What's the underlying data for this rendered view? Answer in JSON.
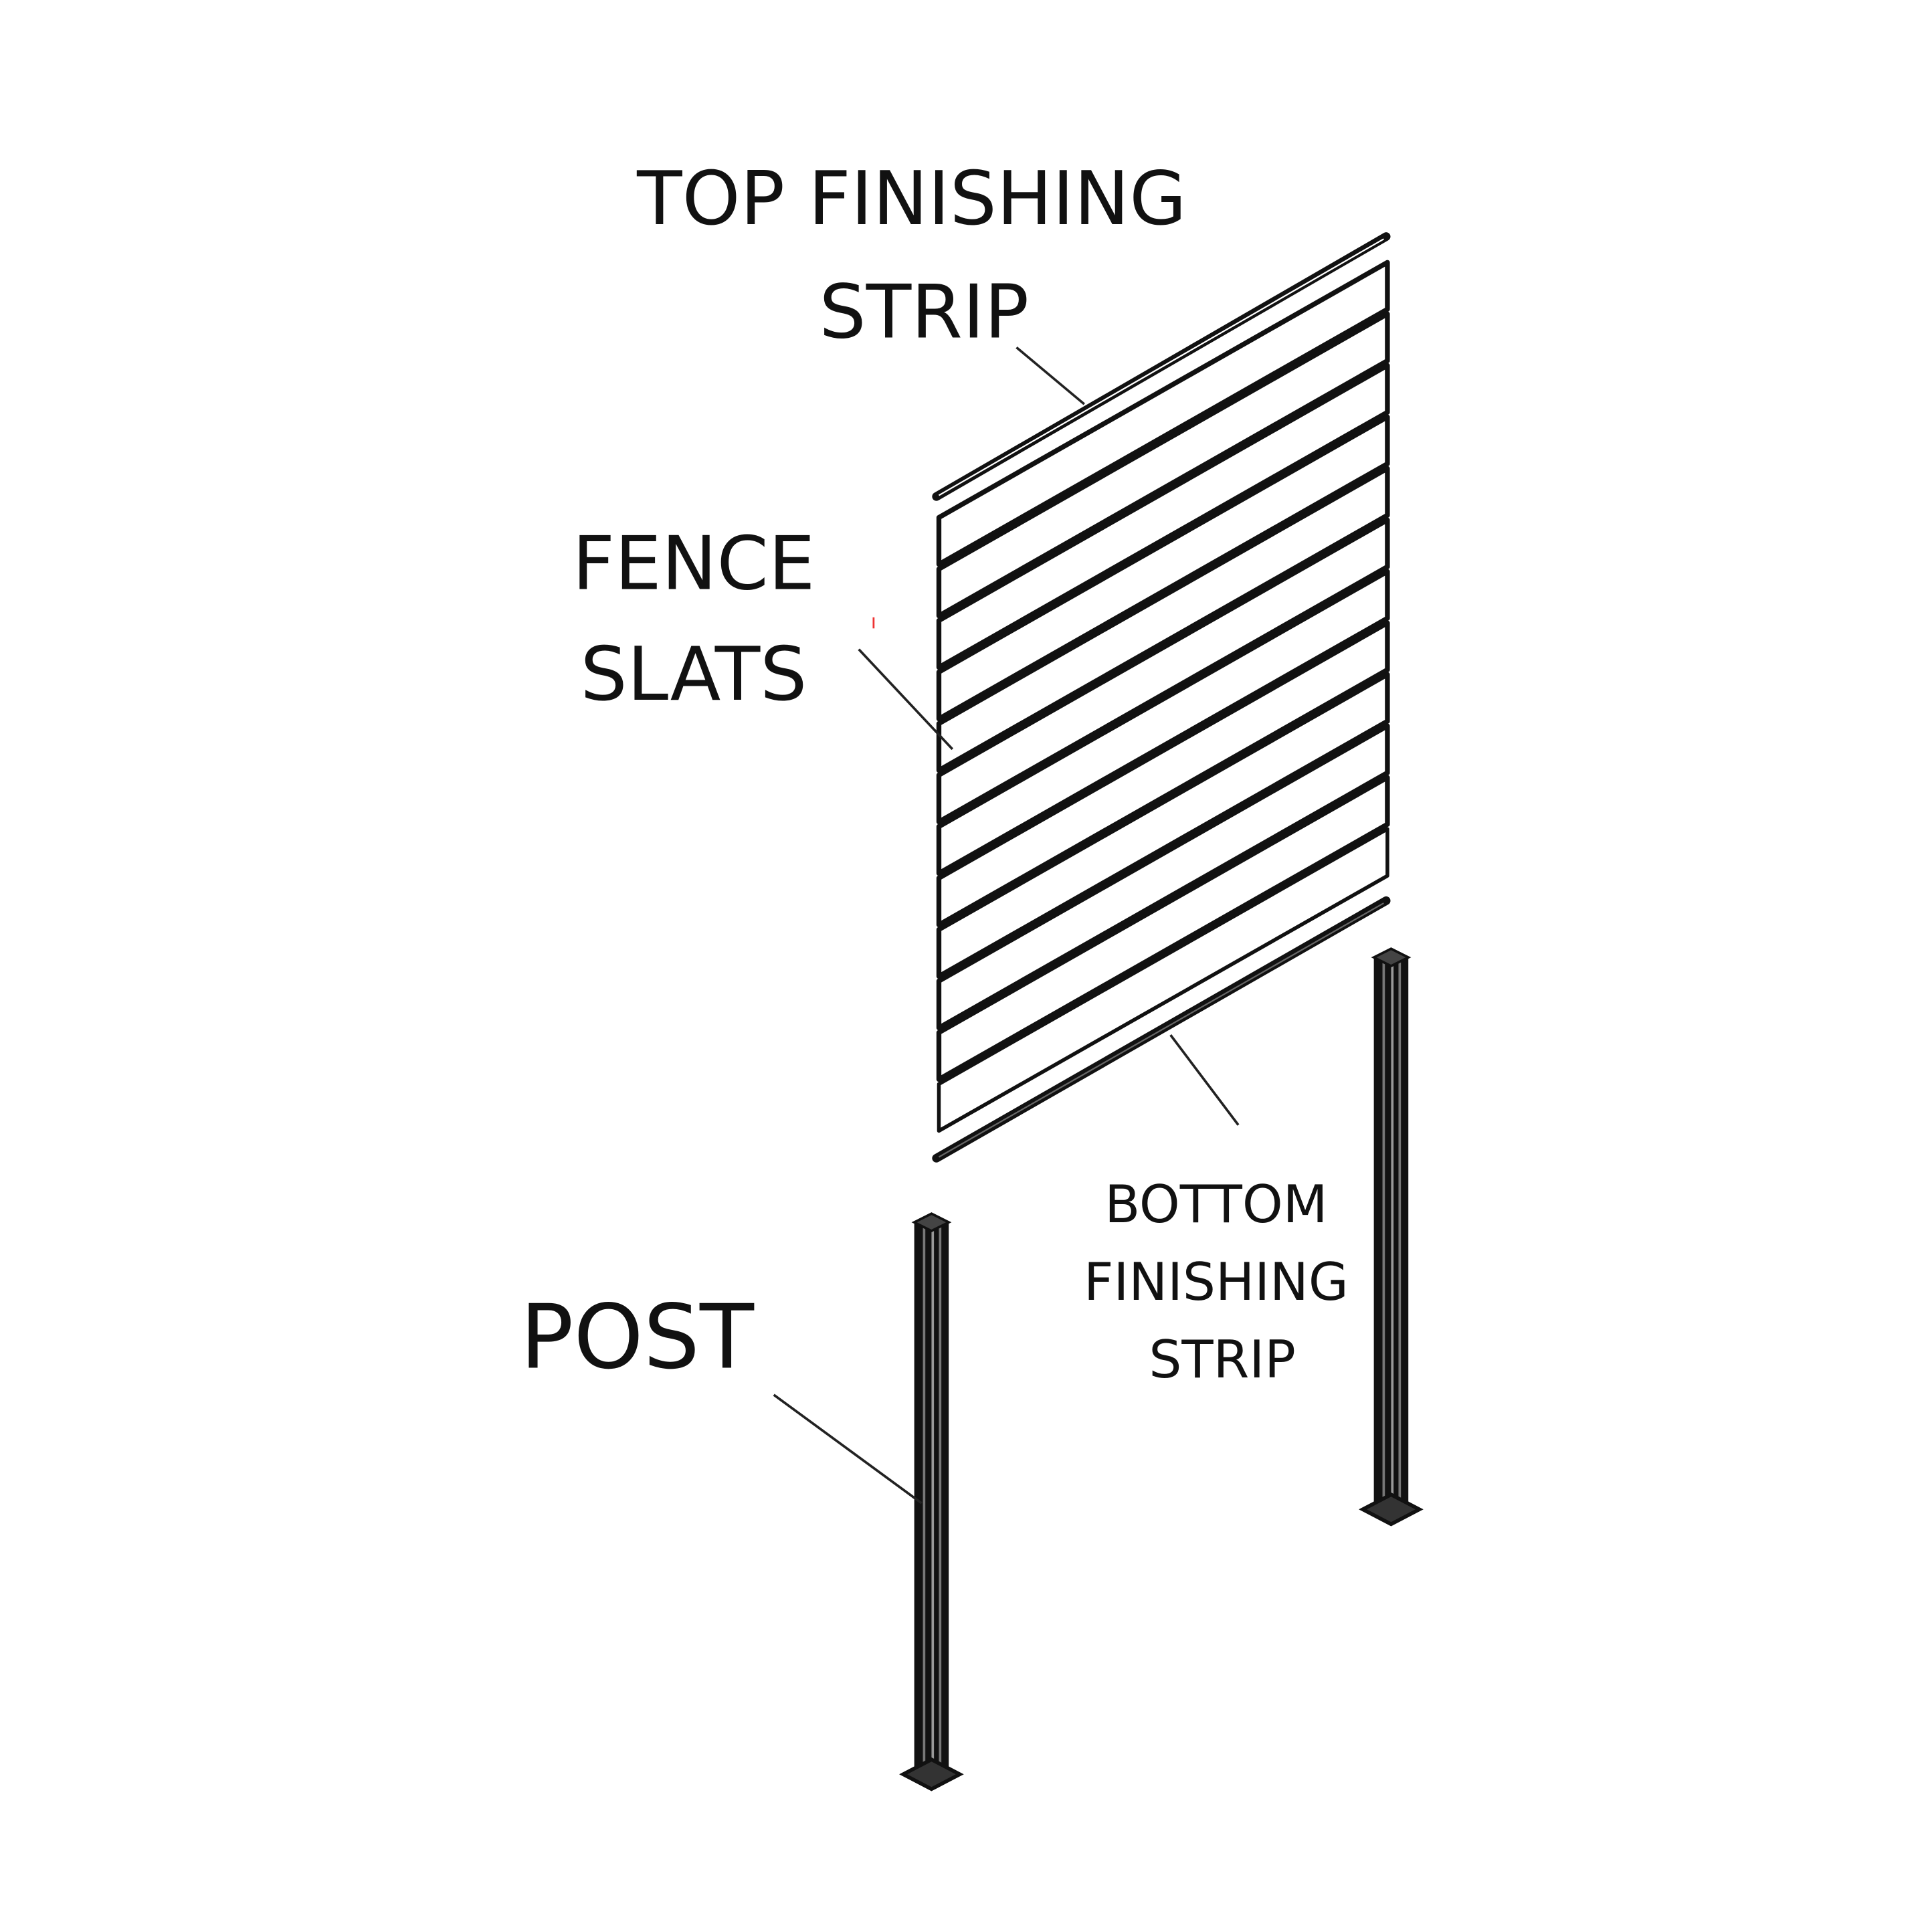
{
  "labels": {
    "top_strip": [
      "TOP FINISHING",
      "STRIP"
    ],
    "fence_slats": [
      "FENCE",
      "SLATS"
    ],
    "post": "POST",
    "bottom_strip": [
      "BOTTOM",
      "FINISHING",
      "STRIP"
    ]
  },
  "parts": {
    "slat_count": 12,
    "post_count": 2
  },
  "colors": {
    "ink": "#111111",
    "background": "#ffffff"
  }
}
